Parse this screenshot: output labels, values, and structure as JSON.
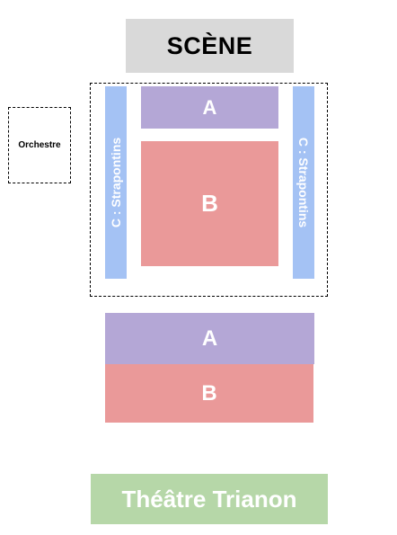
{
  "stage": {
    "label": "SCÈNE"
  },
  "orchestra": {
    "label": "Orchestre"
  },
  "floor": {
    "left_column_label": "C : Strapontins",
    "right_column_label": "C : Strapontins",
    "section_a_label": "A",
    "section_b_label": "B"
  },
  "balcony": {
    "section_a_label": "A",
    "section_b_label": "B"
  },
  "venue": {
    "name": "Théâtre Trianon"
  },
  "colors": {
    "stage": "#d9d9d9",
    "section_a": "#b4a7d6",
    "section_b": "#ea9999",
    "section_c": "#a4c2f4",
    "venue_banner": "#b6d7a8"
  }
}
